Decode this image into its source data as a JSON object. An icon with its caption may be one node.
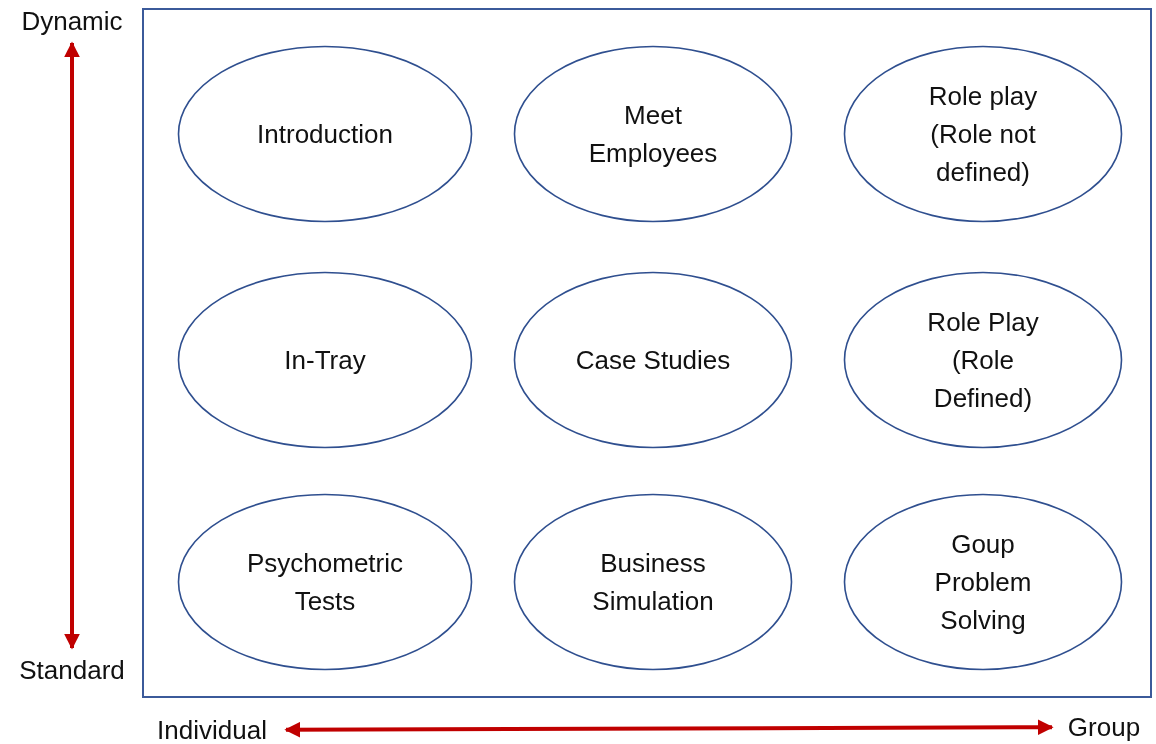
{
  "diagram": {
    "nodes": [
      {
        "text": [],
        "shape": "box"
      },
      {
        "text": [
          "Introduction"
        ],
        "in": 0
      },
      {
        "text": [
          "Meet Employees"
        ],
        "in": 0
      },
      {
        "text": [
          "Role play (Role not defined)"
        ],
        "in": 0
      },
      {
        "text": [
          "In-Tray"
        ],
        "in": 0
      },
      {
        "text": [
          "Case Studies"
        ],
        "in": 0
      },
      {
        "text": [
          "Role Play (Role Defined)"
        ],
        "in": 0
      },
      {
        "text": [
          "Psychometric Tests"
        ],
        "in": 0
      },
      {
        "text": [
          "Business Simulation"
        ],
        "in": 0
      },
      {
        "text": [
          "Goup Problem Solving"
        ],
        "in": 0
      },
      {
        "text": [
          "Dynamic"
        ]
      },
      {
        "text": [
          "Standard"
        ]
      },
      {
        "text": [
          "Individual"
        ]
      },
      {
        "text": [
          "Group"
        ]
      }
    ],
    "edges": [
      {
        "from": 10,
        "to": 11,
        "arrow": "both"
      },
      {
        "from": 12,
        "to": 13,
        "arrow": "both"
      }
    ]
  }
}
